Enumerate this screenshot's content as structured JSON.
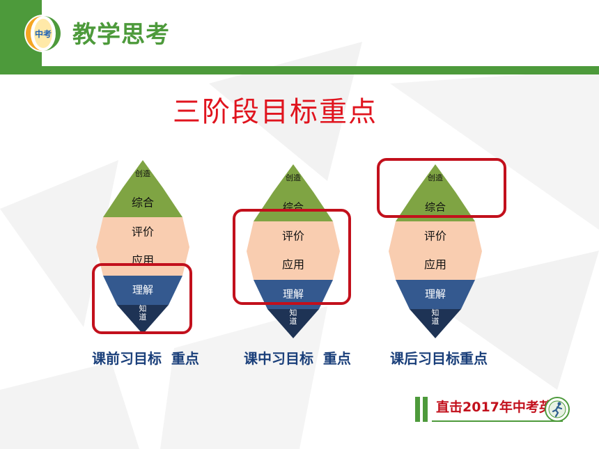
{
  "header": {
    "title": "教学思考",
    "logo_text": "中考"
  },
  "slide_title": "三阶段目标重点",
  "pyramids": [
    {
      "caption": "课前习目标  重点",
      "levels": [
        "创造",
        "综合",
        "评价",
        "应用",
        "理解",
        "知道"
      ]
    },
    {
      "caption": "课中习目标  重点",
      "levels": [
        "创造",
        "综合",
        "评价",
        "应用",
        "理解",
        "知道"
      ]
    },
    {
      "caption": "课后习目标重点",
      "levels": [
        "创造",
        "综合",
        "评价",
        "应用",
        "理解",
        "知道"
      ]
    }
  ],
  "footer": {
    "text": "直击2017年中考英语"
  },
  "colors": {
    "green": "#4d9a3b",
    "pyramid_green": "#7fa443",
    "peach": "#f9cdb0",
    "blue": "#34598f",
    "navy": "#1e3355",
    "highlight_red": "#c2101c",
    "title_red": "#e0141e",
    "caption_blue": "#1a3f7a"
  }
}
